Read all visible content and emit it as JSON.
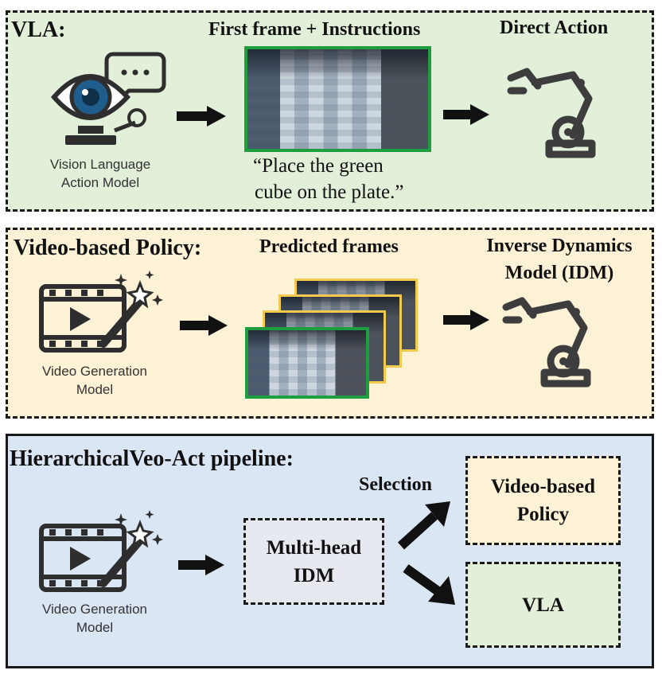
{
  "panels": {
    "vla": {
      "title": "VLA:",
      "input_header": "First frame + Instructions",
      "output_header": "Direct Action",
      "model_label_line1": "Vision Language",
      "model_label_line2": "Action Model",
      "instruction_line1": "“Place the green",
      "instruction_line2": "cube on the plate.”"
    },
    "video_policy": {
      "title": "Video-based Policy:",
      "input_header": "Predicted frames",
      "output_header_line1": "Inverse Dynamics",
      "output_header_line2": "Model (IDM)",
      "model_label_line1": "Video Generation",
      "model_label_line2": "Model"
    },
    "pipeline": {
      "title": "HierarchicalVeo-Act pipeline:",
      "model_label_line1": "Video Generation",
      "model_label_line2": "Model",
      "idm_line1": "Multi-head",
      "idm_line2": "IDM",
      "selection": "Selection",
      "option_a_line1": "Video-based",
      "option_a_line2": "Policy",
      "option_b": "VLA"
    }
  },
  "colors": {
    "vla_bg": "#e2efd9",
    "policy_bg": "#fdf1d6",
    "pipeline_bg": "#dbe6f4",
    "frame_green": "#1e9e3e",
    "frame_yellow": "#f3c94e",
    "icon_dark": "#2e2e2e",
    "eye_blue": "#1f5d8c"
  },
  "icons": [
    "eye-chat-icon",
    "video-magic-icon",
    "robot-arm-icon",
    "right-arrow-icon"
  ]
}
